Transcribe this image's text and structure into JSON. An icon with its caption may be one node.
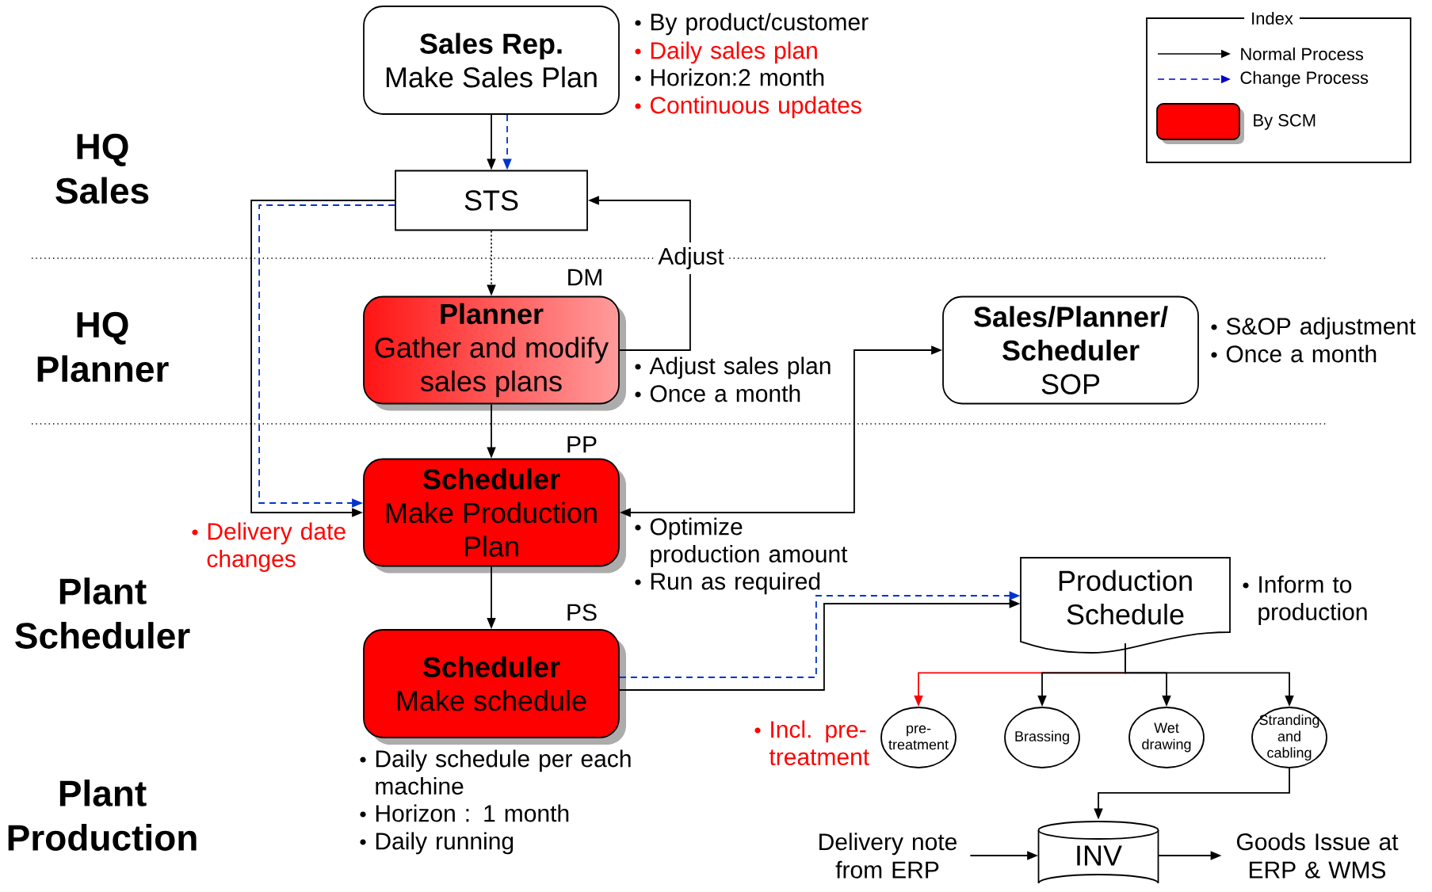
{
  "diagram": {
    "nodes": [
      {
        "text": [
          "Sales Rep.",
          "Make Sales Plan"
        ],
        "beside": [
          "By product/customer",
          "Daily sales plan",
          "Horizon:2 month",
          "Continuous updates"
        ]
      },
      {
        "text": [
          "STS"
        ]
      },
      {
        "text": [
          "Planner",
          "Gather and modify sales plans"
        ],
        "beside": [
          "DM",
          "Adjust sales plan",
          "Once a month"
        ]
      },
      {
        "text": [
          "Sales/Planner/ Scheduler",
          "SOP"
        ],
        "beside": [
          "S&OP adjustment",
          "Once a month"
        ]
      },
      {
        "text": [
          "Scheduler",
          "Make Production Plan"
        ],
        "beside": [
          "PP",
          "Delivery date changes",
          "Optimize production amount",
          "Run as required"
        ]
      },
      {
        "text": [
          "Scheduler",
          "Make schedule"
        ],
        "beside": [
          "PS",
          "Daily schedule per each machine",
          "Horizon : 1 month",
          "Daily running"
        ]
      },
      {
        "text": [
          "Production Schedule"
        ],
        "beside": [
          "Inform to production"
        ]
      },
      {
        "text": [
          "pre-treatment"
        ],
        "beside": [
          "Incl. pre-treatment"
        ]
      },
      {
        "text": [
          "Brassing"
        ]
      },
      {
        "text": [
          "Wet drawing"
        ]
      },
      {
        "text": [
          "Stranding and cabling"
        ]
      },
      {
        "text": [
          "Delivery note from ERP"
        ]
      },
      {
        "text": [
          "INV"
        ]
      },
      {
        "text": [
          "Goods Issue at ERP & WMS"
        ]
      }
    ],
    "edges": [
      {
        "from": 0,
        "to": 1,
        "arrow": "to"
      },
      {
        "from": 0,
        "to": 1,
        "arrow": "to",
        "style": "dashed",
        "color": "#0033cc"
      },
      {
        "from": 1,
        "to": 2,
        "arrow": "to",
        "style": "dashed"
      },
      {
        "from": 2,
        "to": 1,
        "arrow": "to",
        "label": "Adjust"
      },
      {
        "from": 1,
        "to": 4,
        "arrow": "to"
      },
      {
        "from": 1,
        "to": 4,
        "arrow": "to",
        "style": "dashed",
        "color": "#0033cc"
      },
      {
        "from": 2,
        "to": 4,
        "arrow": "to"
      },
      {
        "from": 4,
        "to": 3,
        "arrow": "both"
      },
      {
        "from": 4,
        "to": 5,
        "arrow": "to"
      },
      {
        "from": 5,
        "to": 6,
        "arrow": "to"
      },
      {
        "from": 5,
        "to": 6,
        "arrow": "to",
        "style": "dashed",
        "color": "#0033cc"
      },
      {
        "from": 6,
        "to": 7,
        "arrow": "to",
        "color": "#ff0000"
      },
      {
        "from": 6,
        "to": 8,
        "arrow": "to"
      },
      {
        "from": 6,
        "to": 9,
        "arrow": "to"
      },
      {
        "from": 6,
        "to": 10,
        "arrow": "to"
      },
      {
        "from": 10,
        "to": 12,
        "arrow": "to"
      },
      {
        "from": 11,
        "to": 12,
        "arrow": "to"
      },
      {
        "from": 12,
        "to": 13,
        "arrow": "to"
      }
    ],
    "labels": [
      "Index",
      "HQ Sales",
      "HQ Planner",
      "Plant Scheduler",
      "Plant Production"
    ],
    "legend": [
      {
        "text": "Normal Process"
      },
      {
        "text": "Change Process"
      },
      {
        "text": "By SCM",
        "color": "#ff0000"
      }
    ]
  }
}
